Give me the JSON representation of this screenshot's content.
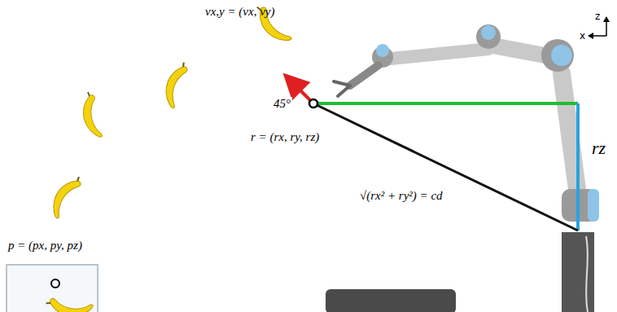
{
  "diagram": {
    "labels": [
      "vx,y = (vx, vy)",
      "45°",
      "r = (rx, ry, rz)",
      "√(rx² + ry²) = cd",
      "rz",
      "p = (px, py, pz)",
      "z",
      "x"
    ]
  }
}
